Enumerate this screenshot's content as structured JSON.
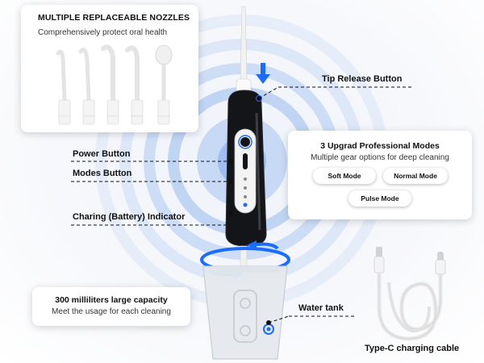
{
  "nozzle_panel": {
    "title": "MULTIPLE REPLACEABLE NOZZLES",
    "subtitle": "Comprehensively protect oral health"
  },
  "callouts": {
    "tip_release": "Tip Release Button",
    "power": "Power Button",
    "modes": "Modes Button",
    "charging": "Charing (Battery) Indicator",
    "water_tank": "Water tank"
  },
  "modes_panel": {
    "title": "3 Upgrad Professional Modes",
    "subtitle": "Multiple gear options for deep cleaning",
    "modes": [
      "Soft Mode",
      "Normal Mode",
      "Pulse Mode"
    ]
  },
  "capacity_panel": {
    "title": "300 milliliters large capacity",
    "subtitle": "Meet the usage for each cleaning"
  },
  "cable_label": "Type-C charging cable",
  "colors": {
    "accent_blue": "#1a6cff",
    "ring_blue": "#9cc0f2",
    "device_black": "#141518",
    "tank_clear": "#e6eaee"
  },
  "icons": [
    "nozzle-icon",
    "usb-c-cable-icon",
    "arrow-down-icon",
    "rotate-arrow-icon",
    "water-irrigator-icon"
  ]
}
